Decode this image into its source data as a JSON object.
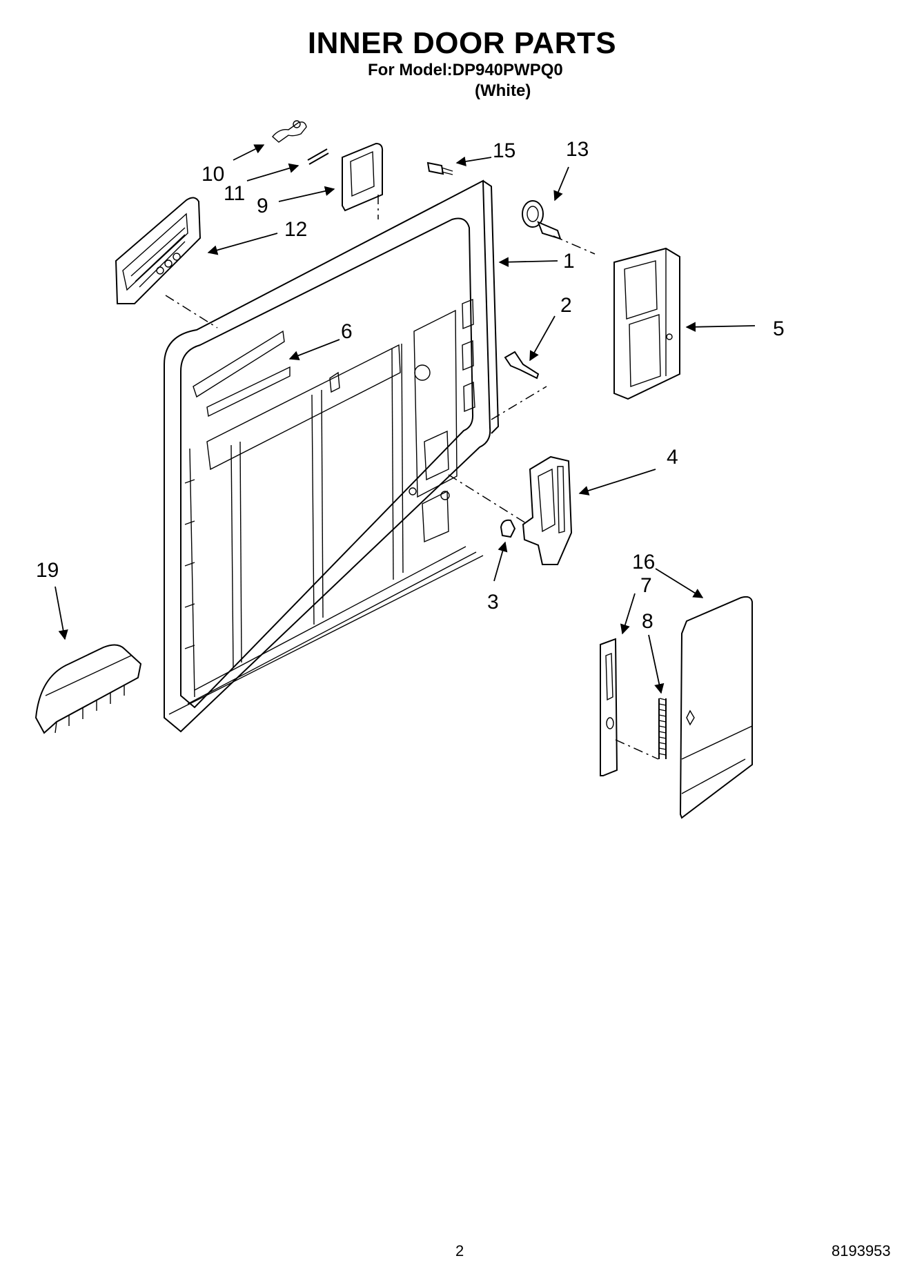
{
  "header": {
    "title": "INNER DOOR PARTS",
    "model_line": "For Model:DP940PWPQ0",
    "color_line": "(White)"
  },
  "callouts": [
    {
      "id": "c1",
      "label": "1"
    },
    {
      "id": "c2",
      "label": "2"
    },
    {
      "id": "c3",
      "label": "3"
    },
    {
      "id": "c4",
      "label": "4"
    },
    {
      "id": "c5",
      "label": "5"
    },
    {
      "id": "c6",
      "label": "6"
    },
    {
      "id": "c7",
      "label": "7"
    },
    {
      "id": "c8",
      "label": "8"
    },
    {
      "id": "c9",
      "label": "9"
    },
    {
      "id": "c10",
      "label": "10"
    },
    {
      "id": "c11",
      "label": "11"
    },
    {
      "id": "c12",
      "label": "12"
    },
    {
      "id": "c13",
      "label": "13"
    },
    {
      "id": "c15",
      "label": "15"
    },
    {
      "id": "c16",
      "label": "16"
    },
    {
      "id": "c19",
      "label": "19"
    }
  ],
  "footer": {
    "page_number": "2",
    "document_number": "8193953"
  }
}
